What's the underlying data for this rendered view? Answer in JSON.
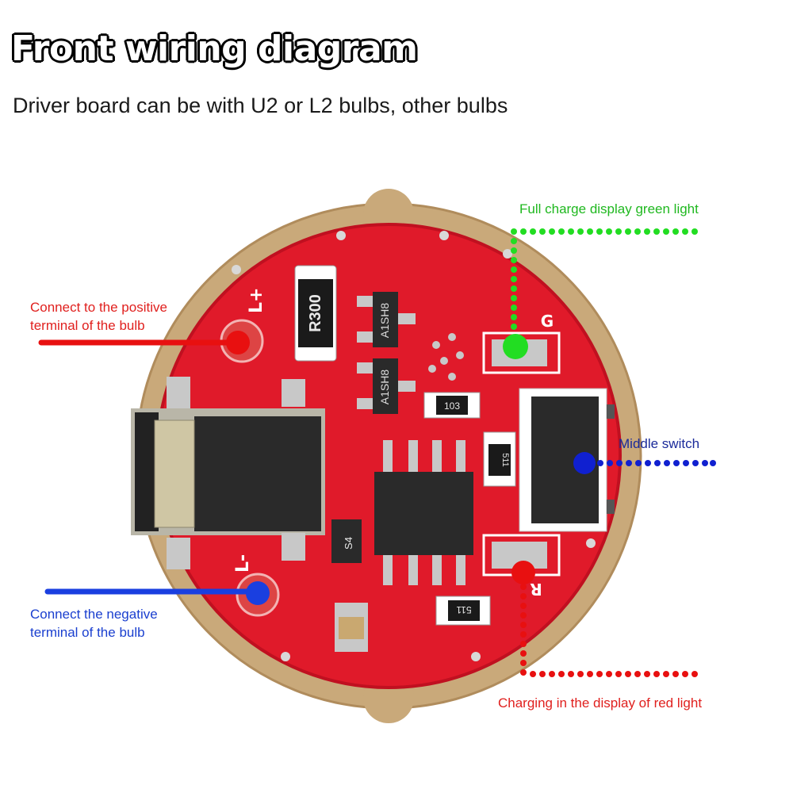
{
  "title": "Front wiring diagram",
  "subtitle": "Driver board can be with U2 or L2 bulbs, other bulbs",
  "labels": {
    "positive": [
      "Connect to the positive",
      "terminal of the bulb"
    ],
    "negative": [
      "Connect the negative",
      "terminal of the bulb"
    ],
    "green_light": "Full charge display green light",
    "middle_switch": "Middle switch",
    "red_light": "Charging in the display of red light"
  },
  "silkscreen": {
    "l_plus": "L+",
    "l_minus": "L-",
    "g": "G",
    "r": "R",
    "resistor_main": "R300",
    "transistor_1": "A1SH8",
    "transistor_2": "A1SH8",
    "resistor_103": "103",
    "resistor_511_a": "511",
    "resistor_511_b": "511",
    "diode": "S4"
  },
  "colors": {
    "board_red": "#e01a2a",
    "gold_ring": "#c9a97a",
    "positive_marker": "#e81010",
    "negative_marker": "#1a3fe0",
    "green_marker": "#22dd22",
    "switch_marker": "#1020d0",
    "red_marker": "#e81010"
  }
}
